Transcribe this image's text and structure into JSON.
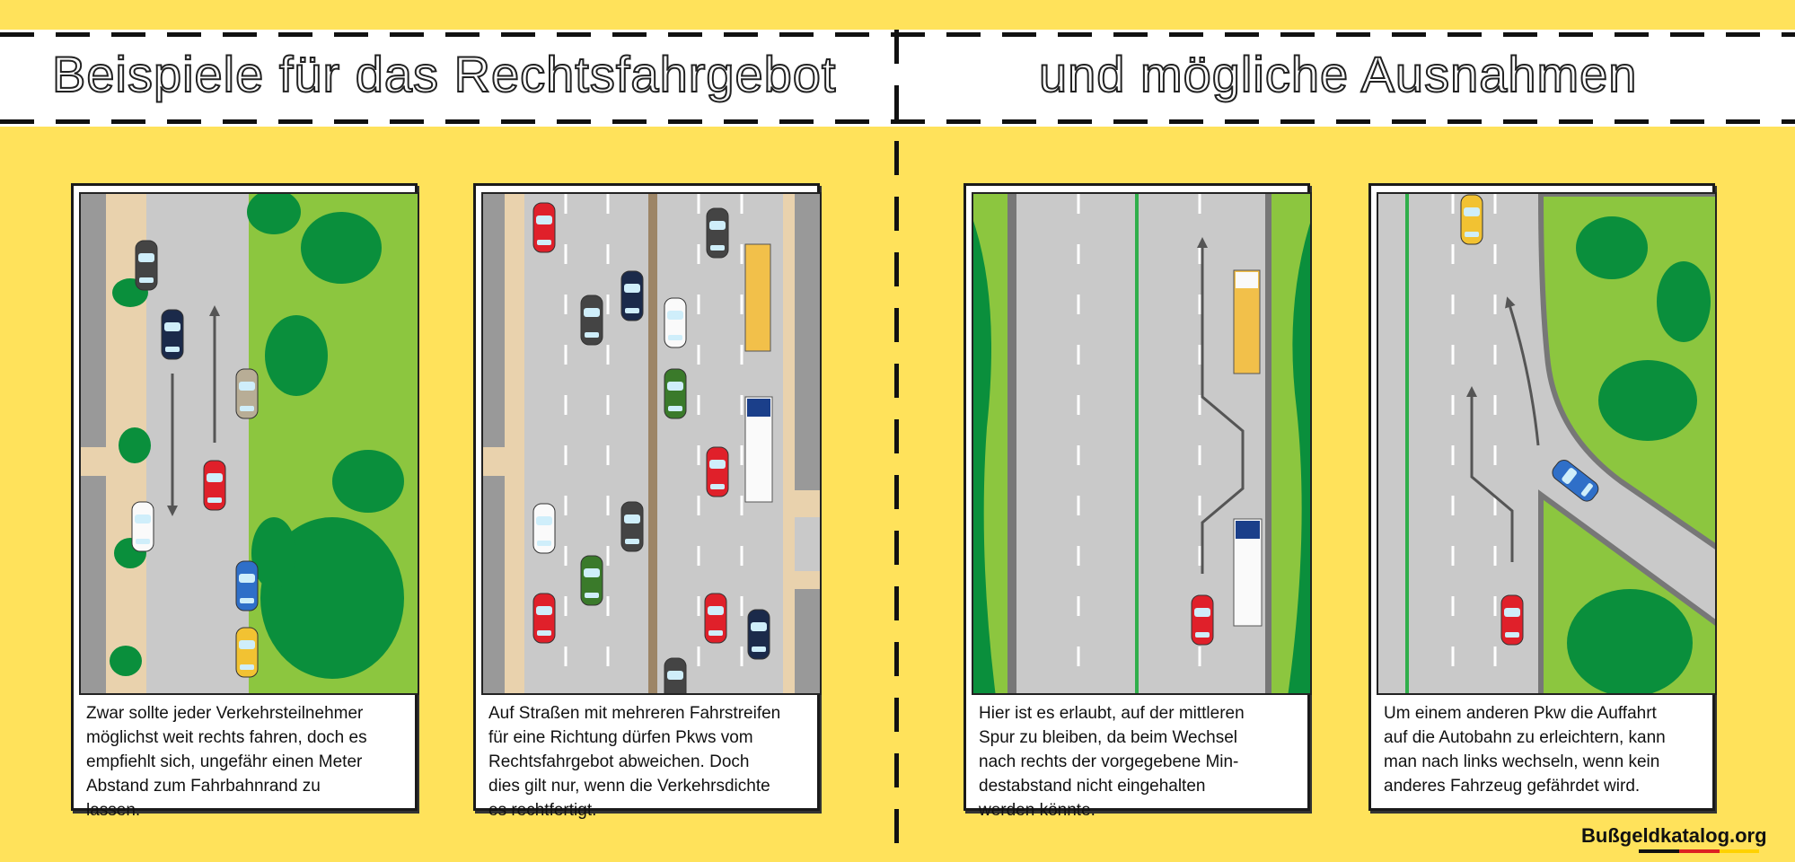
{
  "header": {
    "title_left": "Beispiele für das Rechtsfahrgebot",
    "title_right": "und mögliche Ausnahmen"
  },
  "panels": [
    {
      "caption_lines": [
        "Zwar sollte jeder Verkehrsteilnehmer",
        "möglichst weit rechts fahren, doch es",
        "empfiehlt sich, ungefähr einen Meter",
        "Abstand zum Fahrbahnrand zu",
        "lassen."
      ]
    },
    {
      "caption_lines": [
        "Auf Straßen mit mehreren Fahrstreifen",
        "für eine Richtung dürfen Pkws vom",
        "Rechtsfahrgebot abweichen. Doch",
        "dies gilt nur, wenn die Verkehrsdichte",
        "es rechtfertigt."
      ]
    },
    {
      "caption_lines": [
        "Hier ist es erlaubt, auf der mittleren",
        "Spur zu bleiben, da beim Wechsel",
        "nach rechts der vorgegebene Min-",
        "destabstand nicht eingehalten",
        "werden könnte."
      ]
    },
    {
      "caption_lines": [
        "Um einem anderen Pkw die Auffahrt",
        "auf die Autobahn zu erleichtern, kann",
        "man nach links wechseln, wenn kein",
        "anderes Fahrzeug gefährdet wird."
      ]
    }
  ],
  "brand": {
    "name": "Bußgeldkatalog.org"
  },
  "colors": {
    "background": "#ffe25b",
    "road": "#c9c9c9",
    "grass": "#8cc63f",
    "bush": "#0a8f3c",
    "red": "#e0202a",
    "flag_black": "#111111",
    "flag_red": "#dd2222",
    "flag_gold": "#ffd200"
  }
}
